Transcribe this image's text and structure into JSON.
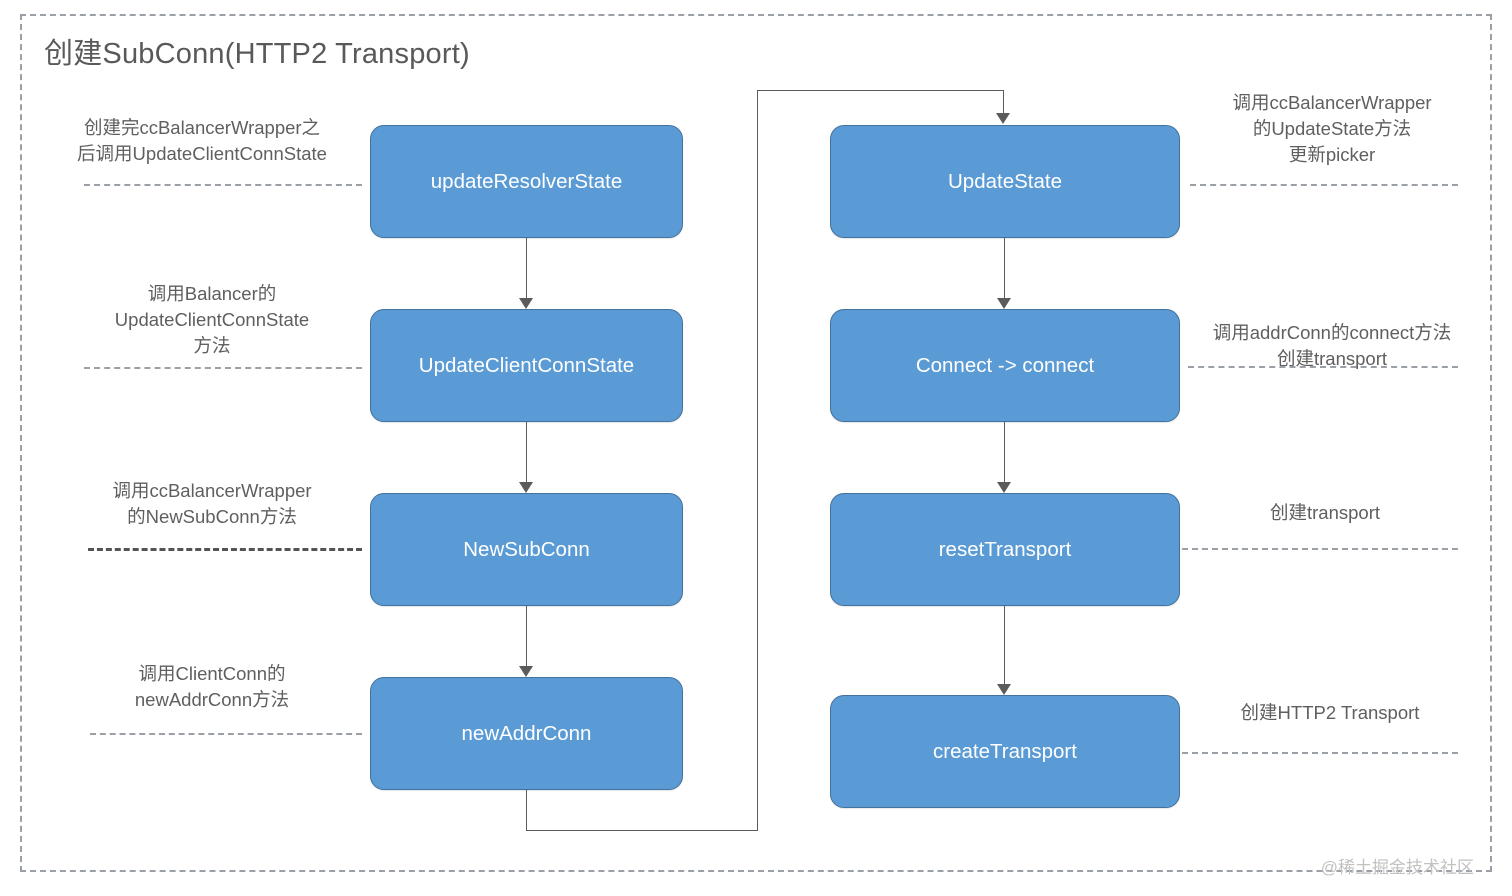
{
  "diagram": {
    "title": "创建SubConn(HTTP2 Transport)",
    "watermark": "@稀土掘金技术社区",
    "colors": {
      "node_fill": "#5b9bd5",
      "node_border": "#41719c",
      "node_text": "#ffffff",
      "connector": "#5b5b5b",
      "annotation_text": "#5f5f5f",
      "frame_border": "#9aa0a6"
    }
  },
  "left_column": {
    "nodes": [
      {
        "label": "updateResolverState"
      },
      {
        "label": "UpdateClientConnState"
      },
      {
        "label": "NewSubConn"
      },
      {
        "label": "newAddrConn"
      }
    ],
    "annotations": [
      {
        "lines": "创建完ccBalancerWrapper之\n后调用UpdateClientConnState"
      },
      {
        "lines": "调用Balancer的\nUpdateClientConnState\n方法"
      },
      {
        "lines": "调用ccBalancerWrapper\n的NewSubConn方法"
      },
      {
        "lines": "调用ClientConn的\nnewAddrConn方法"
      }
    ]
  },
  "right_column": {
    "nodes": [
      {
        "label": "UpdateState"
      },
      {
        "label": "Connect -> connect"
      },
      {
        "label": "resetTransport"
      },
      {
        "label": "createTransport"
      }
    ],
    "annotations": [
      {
        "lines": "调用ccBalancerWrapper\n的UpdateState方法\n更新picker"
      },
      {
        "lines": "调用addrConn的connect方法\n创建transport"
      },
      {
        "lines": "创建transport"
      },
      {
        "lines": "创建HTTP2 Transport"
      }
    ]
  },
  "flow": {
    "edges": [
      {
        "from": "updateResolverState",
        "to": "UpdateClientConnState"
      },
      {
        "from": "UpdateClientConnState",
        "to": "NewSubConn"
      },
      {
        "from": "NewSubConn",
        "to": "newAddrConn"
      },
      {
        "from": "newAddrConn",
        "to": "UpdateState"
      },
      {
        "from": "UpdateState",
        "to": "Connect -> connect"
      },
      {
        "from": "Connect -> connect",
        "to": "resetTransport"
      },
      {
        "from": "resetTransport",
        "to": "createTransport"
      }
    ]
  }
}
